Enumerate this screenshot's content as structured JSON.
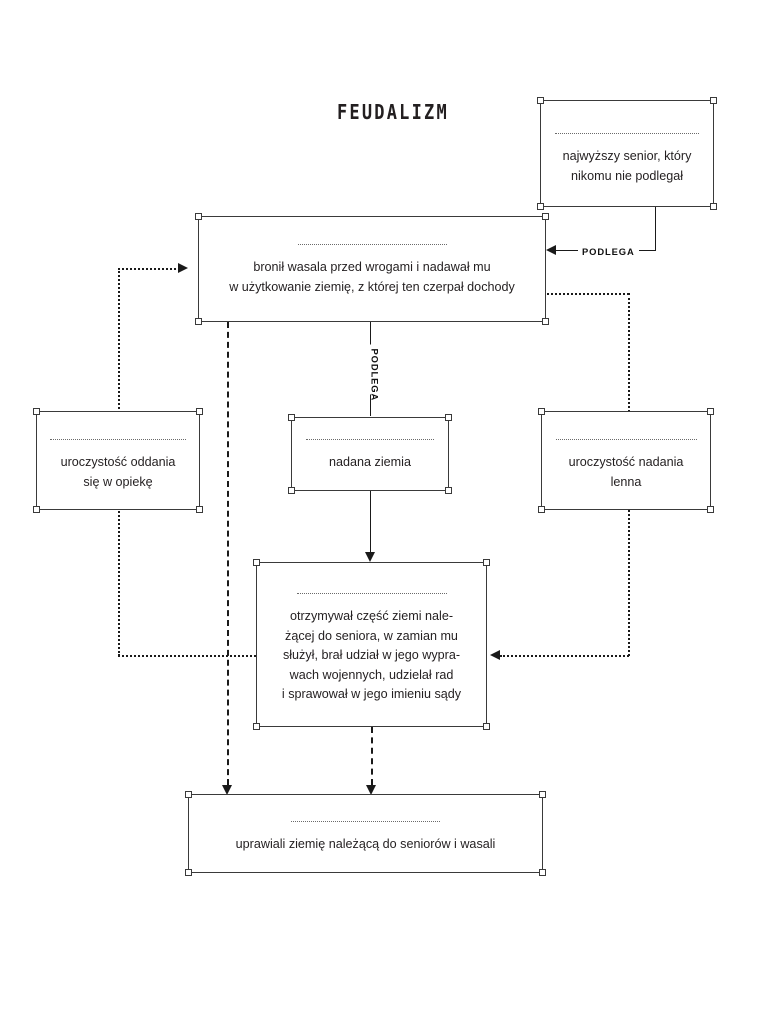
{
  "page": {
    "title": "FEUDALIZM",
    "language": "pl",
    "background_color": "#ffffff",
    "line_color": "#1a1a1a",
    "box_border_color": "#3a3a3a",
    "text_color": "#231f20"
  },
  "boxes": {
    "senior": {
      "label": "najwyższy senior, który\nnikomu nie podlegał"
    },
    "suzeren": {
      "label": "bronił wasala przed wrogami i nadawał mu\nw użytkowanie ziemię, z której ten czerpał dochody"
    },
    "oddanie": {
      "label": "uroczystość oddania\nsię w opiekę"
    },
    "ziemia": {
      "label": "nadana ziemia"
    },
    "nadanie": {
      "label": "uroczystość nadania\nlenna"
    },
    "wasal": {
      "label": "otrzymywał część ziemi nale-\nżącej do seniora, w zamian mu\nsłużył, brał udział w jego wypra-\nwach wojennych, udzielał rad\ni sprawował w jego imieniu sądy"
    },
    "chlopi": {
      "label": "uprawiali ziemię należącą do seniorów i wasali"
    }
  },
  "edges": {
    "senior_to_suzeren_label": "PODLEGA",
    "suzeren_to_ziemia_label": "PODLEGA"
  }
}
